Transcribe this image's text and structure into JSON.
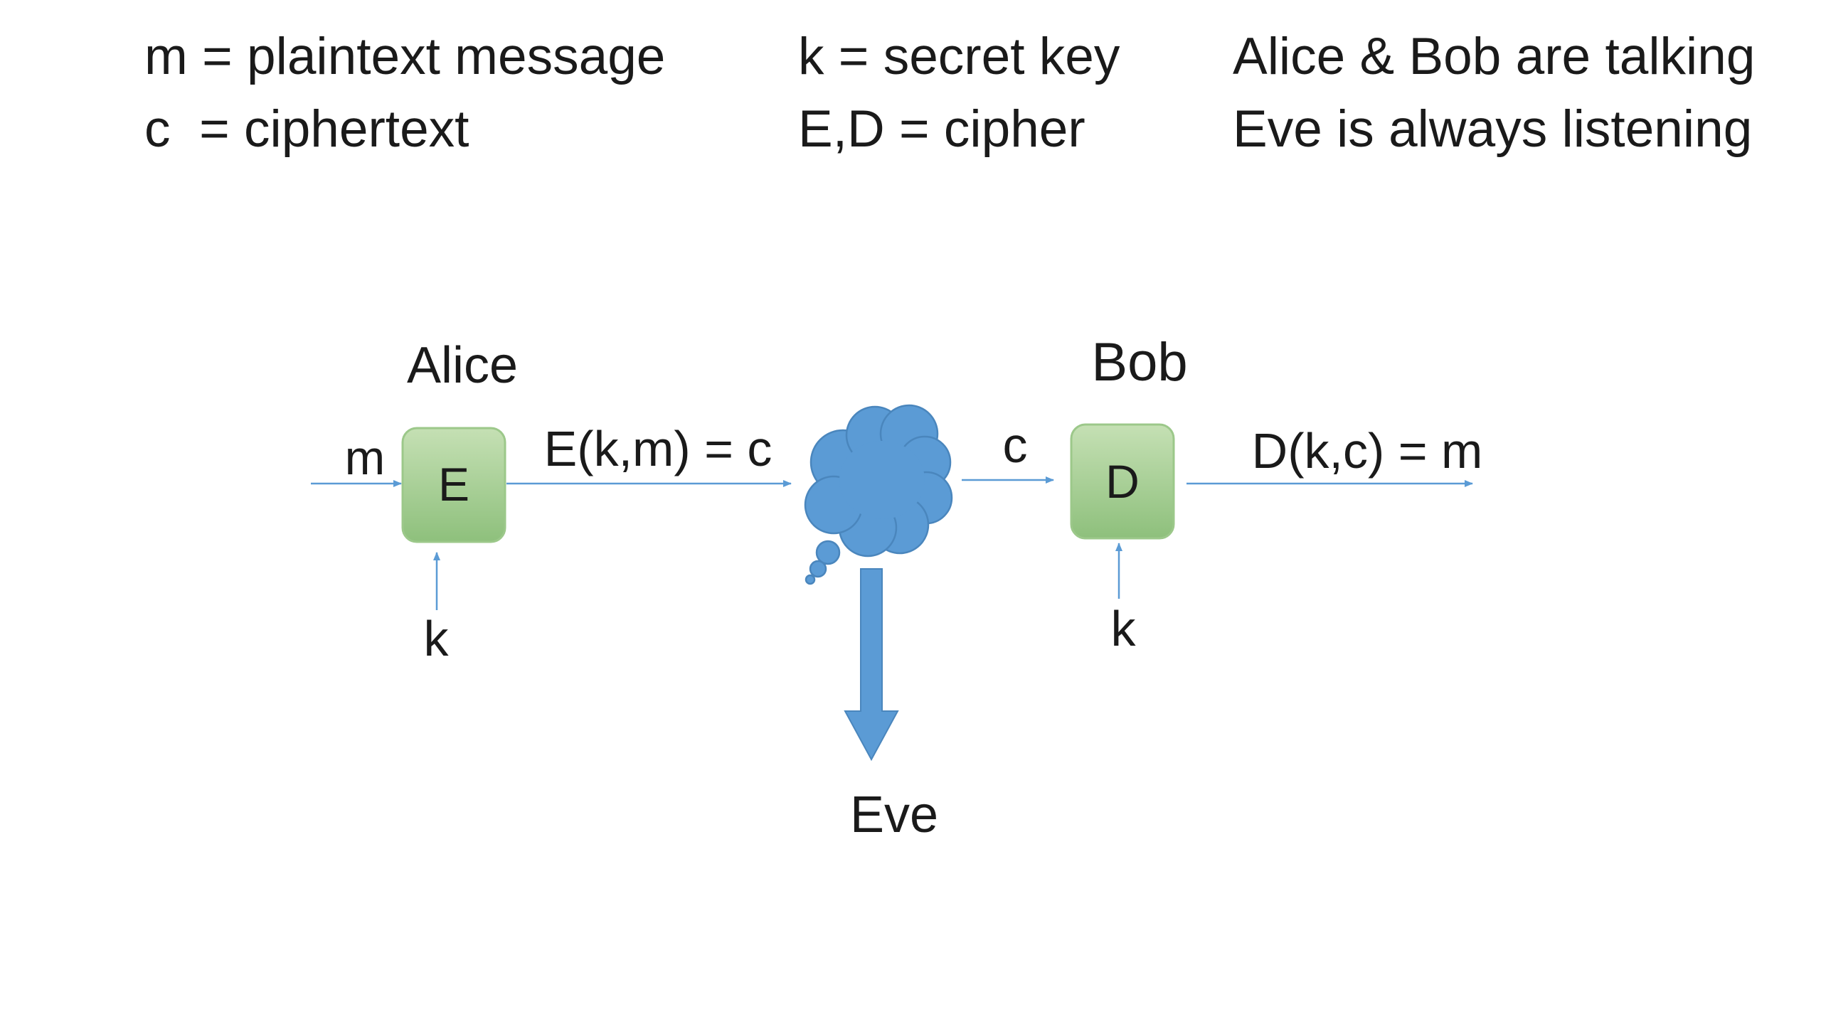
{
  "legend": {
    "col1": [
      "m = plaintext message",
      "c  = ciphertext"
    ],
    "col2": [
      "k = secret key",
      "E,D = cipher"
    ],
    "col3": [
      "Alice & Bob are talking",
      "Eve is always listening"
    ]
  },
  "diagram": {
    "alice": {
      "name": "Alice",
      "box_label": "E",
      "input_label": "m",
      "key_label": "k",
      "output_label": "E(k,m) = c"
    },
    "bob": {
      "name": "Bob",
      "box_label": "D",
      "input_label": "c",
      "key_label": "k",
      "output_label": "D(k,c) = m"
    },
    "eve": {
      "name": "Eve"
    },
    "colors": {
      "box_fill_top": "#c5e0b4",
      "box_fill_bottom": "#8ec07c",
      "box_stroke": "#9cc88a",
      "cloud_fill": "#5b9bd5",
      "cloud_stroke": "#4a86bd",
      "arrow": "#5b9bd5",
      "text": "#1a1a1a"
    }
  }
}
